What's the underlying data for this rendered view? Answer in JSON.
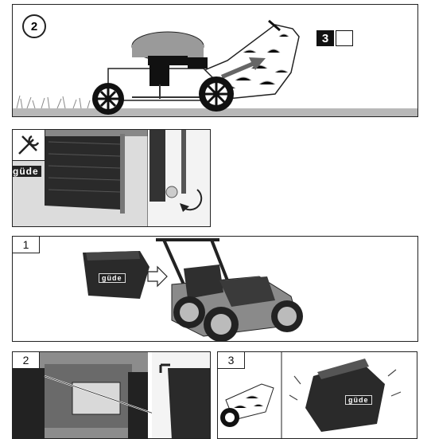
{
  "panels": {
    "mower_step": {
      "label": "2",
      "level_label": "3"
    },
    "assembly": {
      "label": "1",
      "brand": "güde"
    },
    "attach": {
      "label": "2"
    },
    "empty": {
      "label": "3",
      "brand": "güde"
    },
    "detail": {
      "brand": "güde"
    }
  },
  "icons": [
    "wrench-icon",
    "rotate-arrow-icon",
    "direction-arrow-icon",
    "level-indicator-icon"
  ],
  "colors": {
    "ink": "#222222",
    "ground": "#b8b8b8",
    "bag": "#2a2a2a"
  }
}
